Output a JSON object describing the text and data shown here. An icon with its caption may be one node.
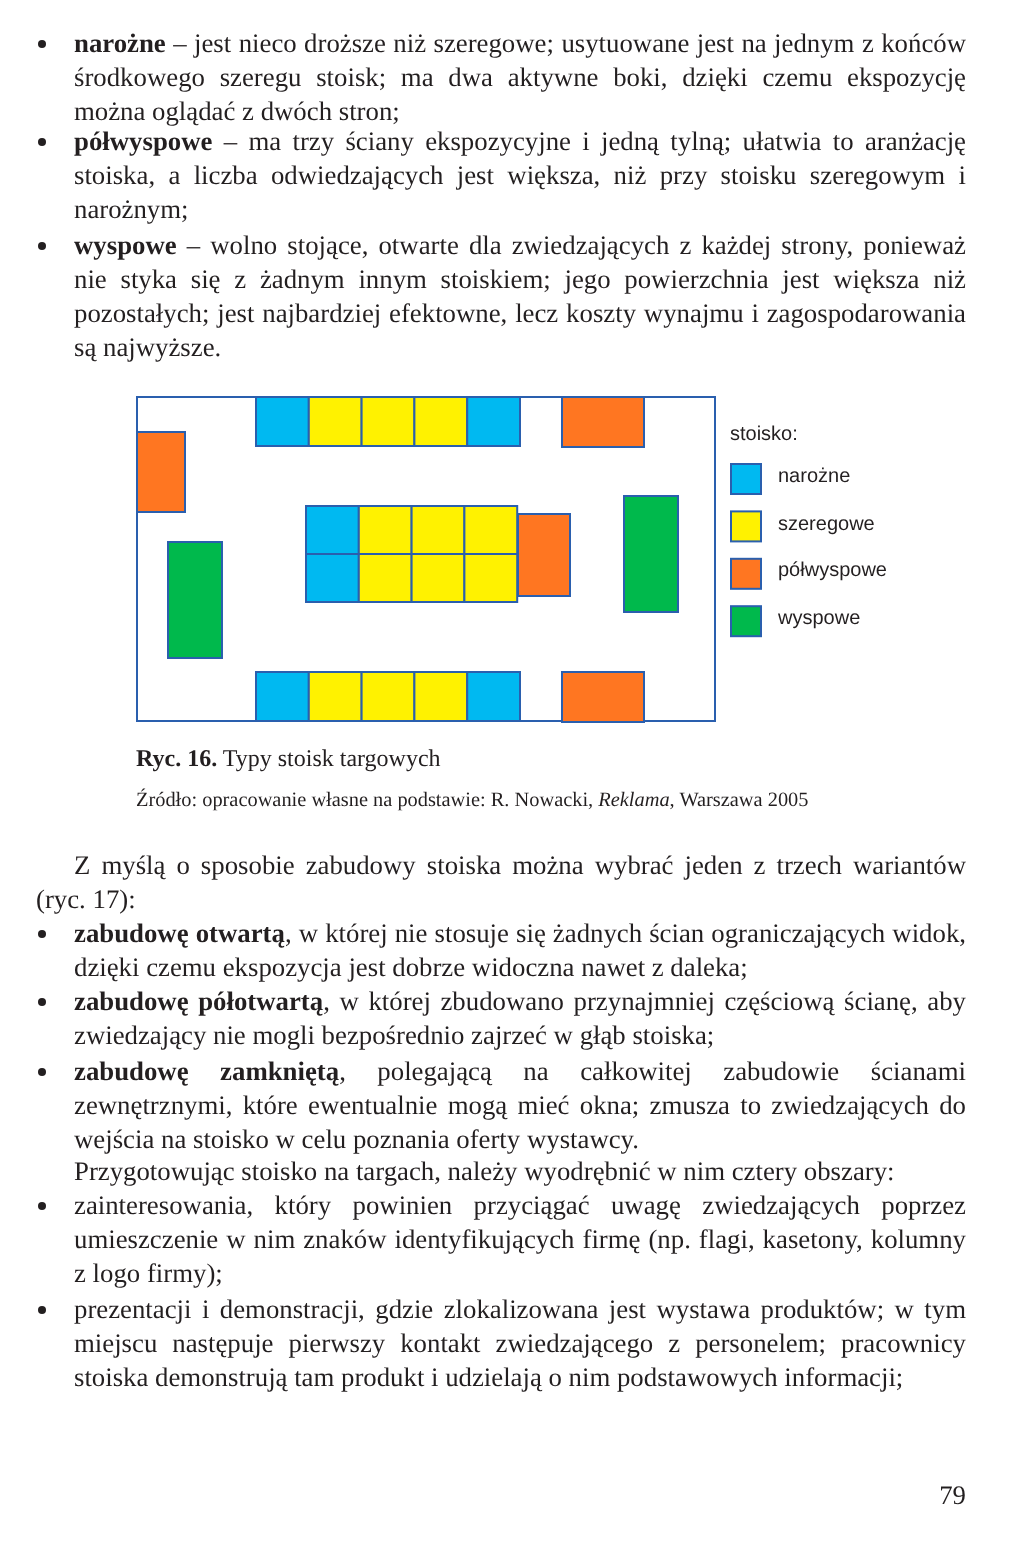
{
  "diagram": {
    "labels": [
      "**narożne** – jest nieco droższe niż szeregowe; usytuowane jest na jednym z końców środkowego szeregu stoisk; ma dwa aktywne boki, dzięki czemu ekspozycję można oglądać z dwóch stron;",
      "**półwyspowe** – ma trzy ściany ekspozycyjne i jedną tylną; ułatwia to aranżację stoiska, a liczba odwiedzających jest większa, niż przy stoisku szeregowym i narożnym;",
      "**wyspowe** – wolno stojące, otwarte dla zwiedzających z każdej strony, ponieważ nie styka się z żadnym innym stoiskiem; jego powierzchnia jest większa niż pozostałych; jest najbardziej efektowne, lecz koszty wynajmu i zagospodarowania są najwyższe.",
      "stoisko:",
      "**Ryc. 16.** Typy stoisk targowych",
      "Źródło: opracowanie własne na podstawie: R. Nowacki, *Reklama*, Warszawa 2005",
      "Z myślą o sposobie zabudowy stoiska można wybrać jeden z trzech wariantów (ryc. 17):",
      "**zabudowę otwartą**, w której nie stosuje się żadnych ścian ograniczających widok, dzięki czemu ekspozycja jest dobrze widoczna nawet z daleka;",
      "**zabudowę półotwartą**, w której zbudowano przynajmniej częściową ścianę, aby zwiedzający nie mogli bezpośrednio zajrzeć w głąb stoiska;",
      "**zabudowę zamkniętą**, polegającą na całkowitej zabudowie ścianami zewnętrznymi, które ewentualnie mogą mieć okna; zmusza to zwiedzających do wejścia na stoisko w celu poznania oferty wystawcy.",
      "Przygotowując stoisko na targach, należy wyodrębnić w nim cztery obszary:",
      "zainteresowania, który powinien przyciągać uwagę zwiedzających poprzez umieszczenie w nim znaków identyfikujących firmę (np. flagi, kasetony, kolumny z logo firmy);",
      "prezentacji i demonstracji, gdzie zlokalizowana jest wystawa produktów; w tym miejscu następuje pierwszy kontakt zwiedzającego z personelem; pracownicy stoiska demonstrują tam produkt i udzielają o nim podstawowych informacji;",
      "79"
    ],
    "legend": [
      {
        "text": "narożne",
        "color": "#00b9f1"
      },
      {
        "text": "szeregowe",
        "color": "#fff200"
      },
      {
        "text": "półwyspowe",
        "color": "#ff7621"
      },
      {
        "text": "wyspowe",
        "color": "#00b94c"
      }
    ]
  }
}
